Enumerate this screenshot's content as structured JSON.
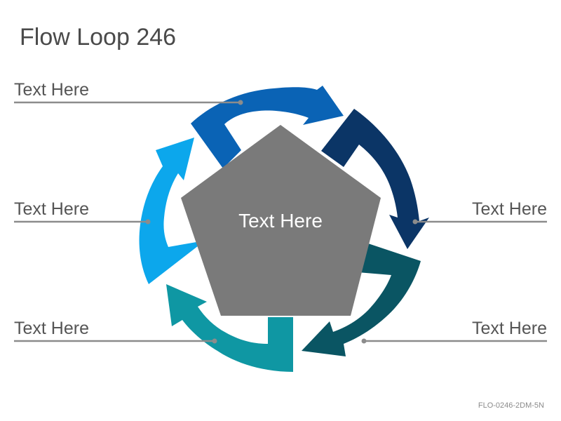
{
  "title": "Flow Loop 246",
  "footer_code": "FLO-0246-2DM-5N",
  "center_label": "Text Here",
  "callouts": {
    "top_left": "Text Here",
    "mid_left": "Text Here",
    "bottom_left": "Text Here",
    "mid_right": "Text Here",
    "bottom_right": "Text Here"
  },
  "colors": {
    "arrow_top": "#0A63B5",
    "arrow_right": "#0B3566",
    "arrow_bottom_right": "#0A5563",
    "arrow_bottom_left": "#0F97A3",
    "arrow_left": "#0CA7EC",
    "pentagon": "#7A7A7A",
    "leader": "#8C8C8C"
  }
}
